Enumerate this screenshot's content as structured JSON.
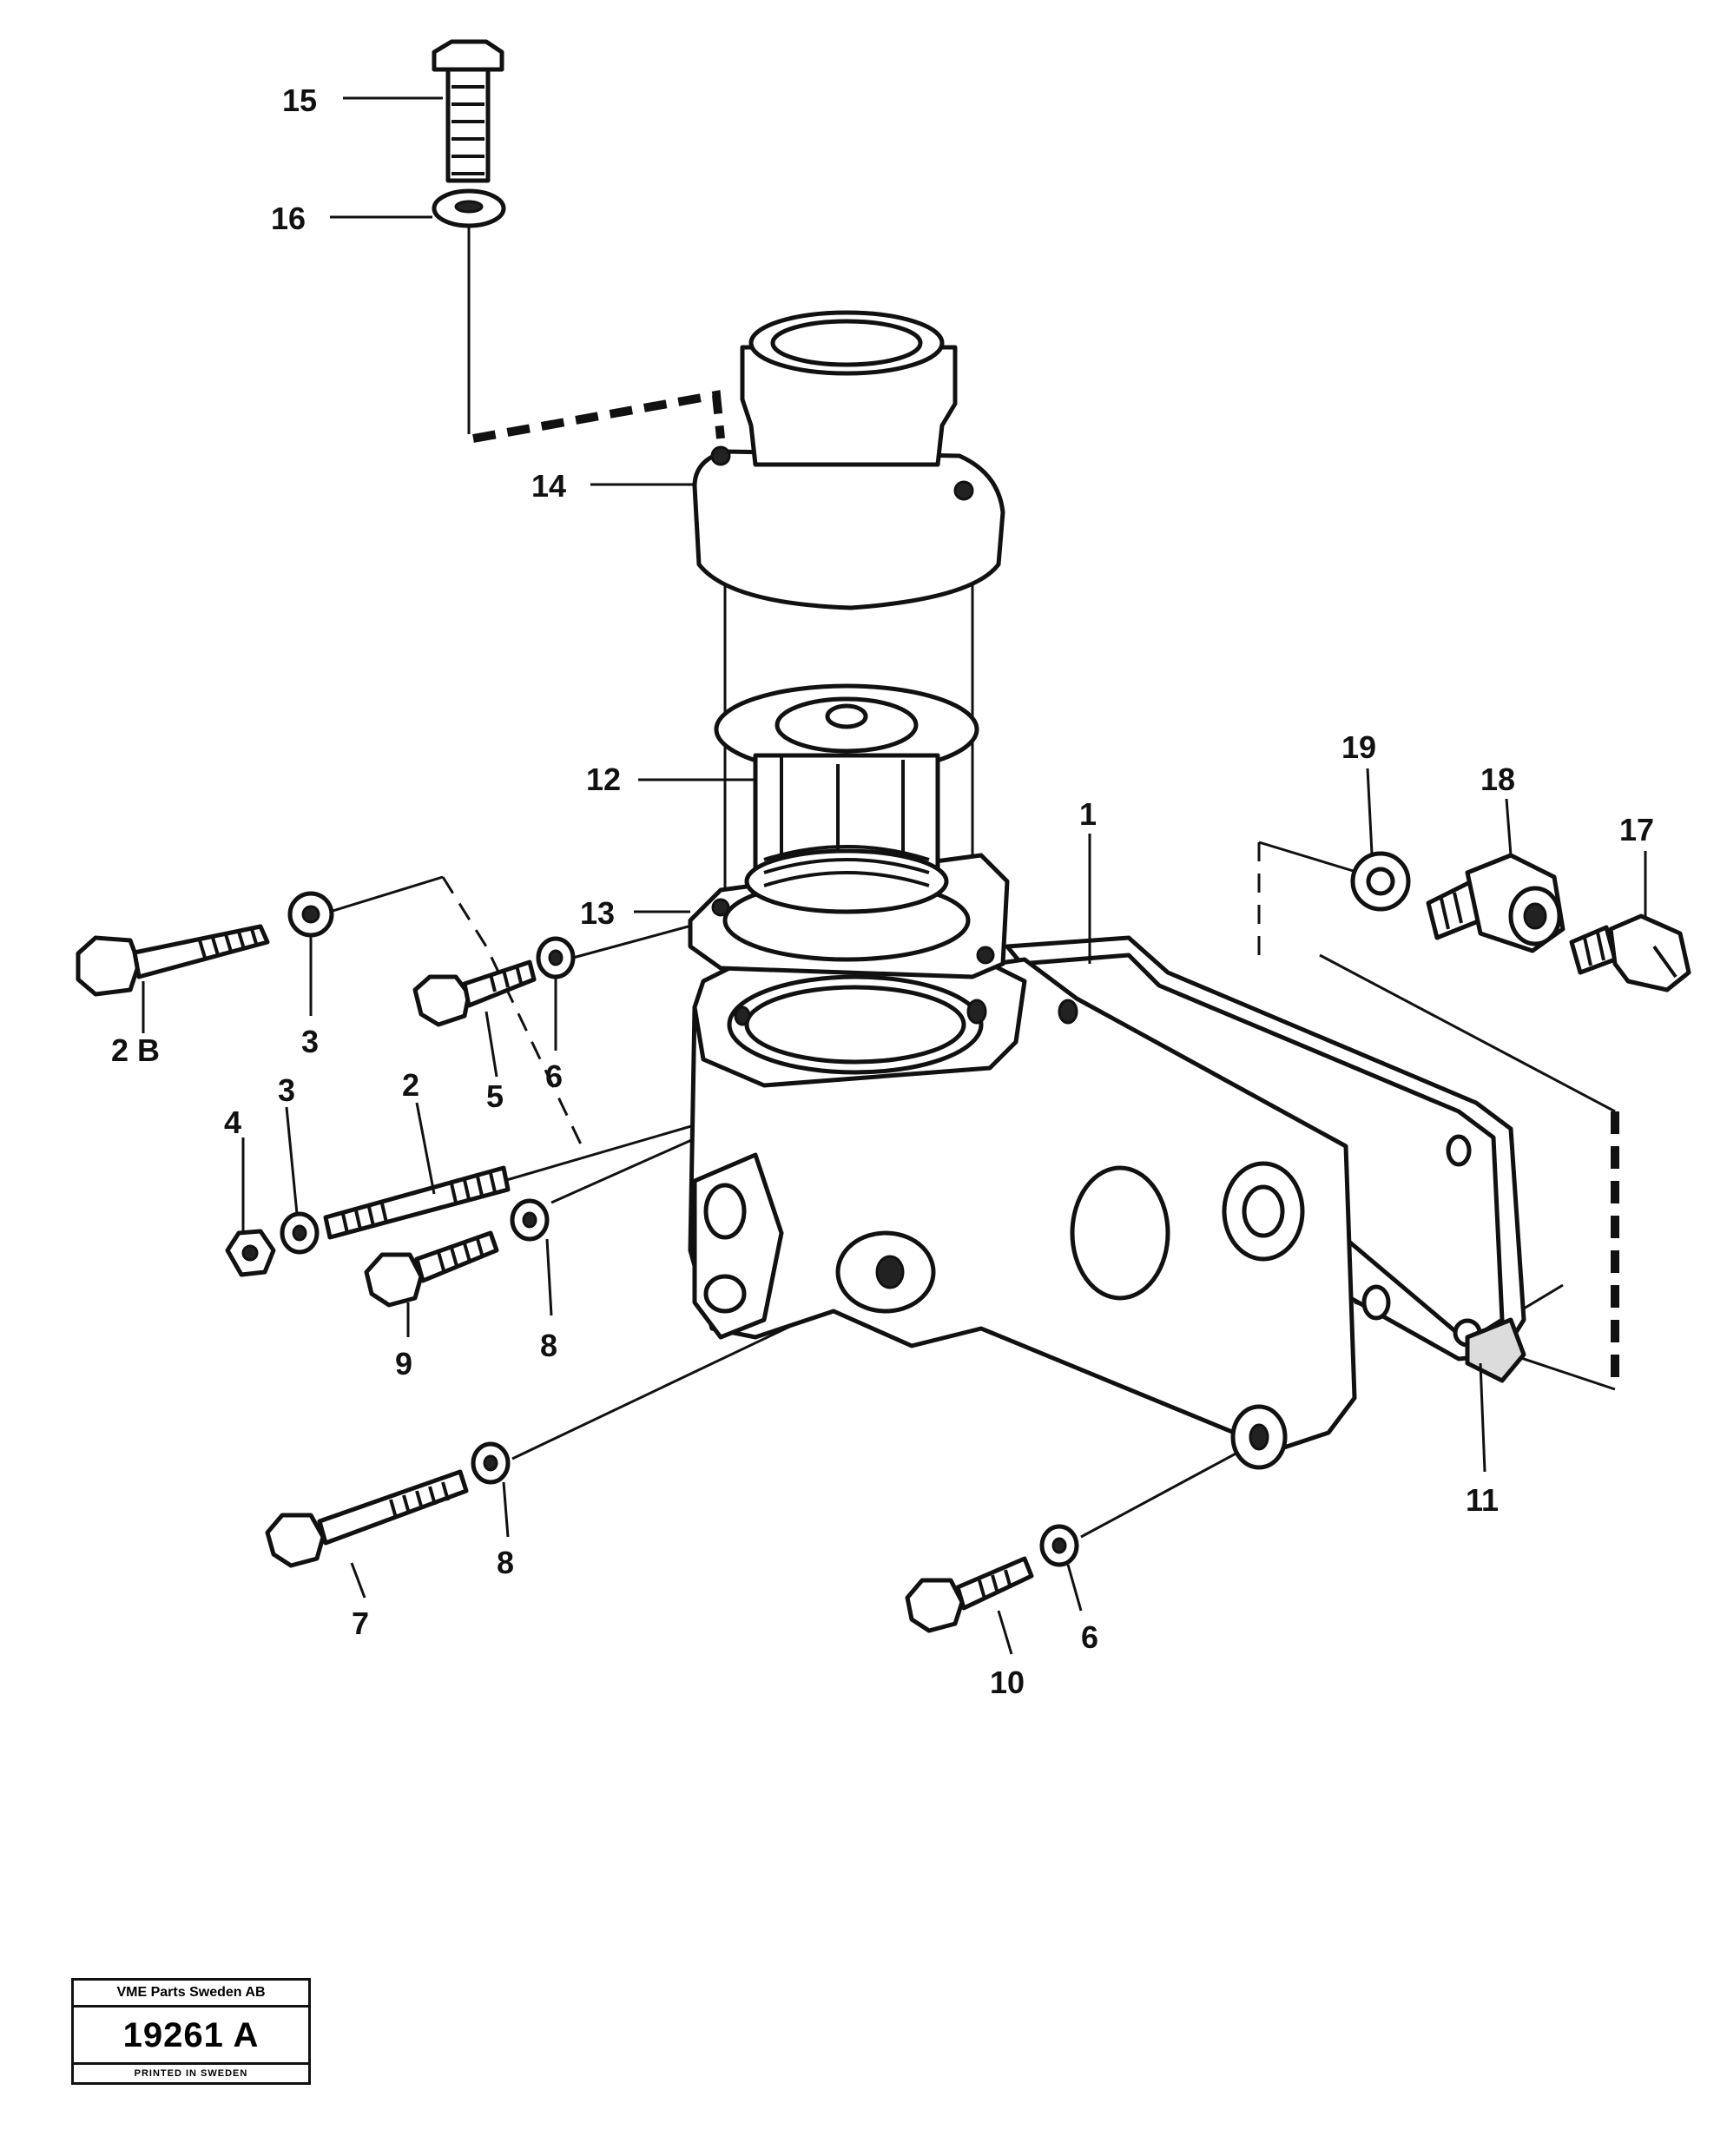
{
  "diagram": {
    "callouts": {
      "c1": "1",
      "c2": "2",
      "c2b": "2 B",
      "c3a": "3",
      "c3b": "3",
      "c4": "4",
      "c5": "5",
      "c6a": "6",
      "c6b": "6",
      "c7": "7",
      "c8a": "8",
      "c8b": "8",
      "c9": "9",
      "c10": "10",
      "c11": "11",
      "c12": "12",
      "c13": "13",
      "c14": "14",
      "c15": "15",
      "c16": "16",
      "c17": "17",
      "c18": "18",
      "c19": "19"
    }
  },
  "title_block": {
    "company": "VME Parts Sweden AB",
    "number": "19261 A",
    "printed": "PRINTED IN SWEDEN"
  }
}
